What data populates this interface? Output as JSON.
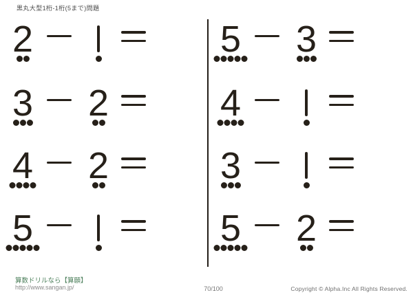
{
  "page_title": "黒丸大型1桁-1桁(5まで)問題",
  "worksheet": {
    "operator_symbol": "−",
    "equals_symbol": "=",
    "columns": [
      {
        "name": "left",
        "problems": [
          {
            "minuend": 2,
            "subtrahend": 1,
            "minuend_dots": 2,
            "subtrahend_dots": 1
          },
          {
            "minuend": 3,
            "subtrahend": 2,
            "minuend_dots": 3,
            "subtrahend_dots": 2
          },
          {
            "minuend": 4,
            "subtrahend": 2,
            "minuend_dots": 4,
            "subtrahend_dots": 2
          },
          {
            "minuend": 5,
            "subtrahend": 1,
            "minuend_dots": 5,
            "subtrahend_dots": 1
          }
        ]
      },
      {
        "name": "right",
        "problems": [
          {
            "minuend": 5,
            "subtrahend": 3,
            "minuend_dots": 5,
            "subtrahend_dots": 3
          },
          {
            "minuend": 4,
            "subtrahend": 1,
            "minuend_dots": 4,
            "subtrahend_dots": 1
          },
          {
            "minuend": 3,
            "subtrahend": 1,
            "minuend_dots": 3,
            "subtrahend_dots": 1
          },
          {
            "minuend": 5,
            "subtrahend": 2,
            "minuend_dots": 5,
            "subtrahend_dots": 2
          }
        ]
      }
    ]
  },
  "footer": {
    "site_name": "算数ドリルなら【算願】",
    "site_url": "http://www.sangan.jp/",
    "page_number": "70/100",
    "copyright": "Copyright © Alpha.Inc All Rights Reserved."
  },
  "colors": {
    "ink": "#262019",
    "site_green": "#4c7f5b",
    "muted_gray": "#777777"
  }
}
